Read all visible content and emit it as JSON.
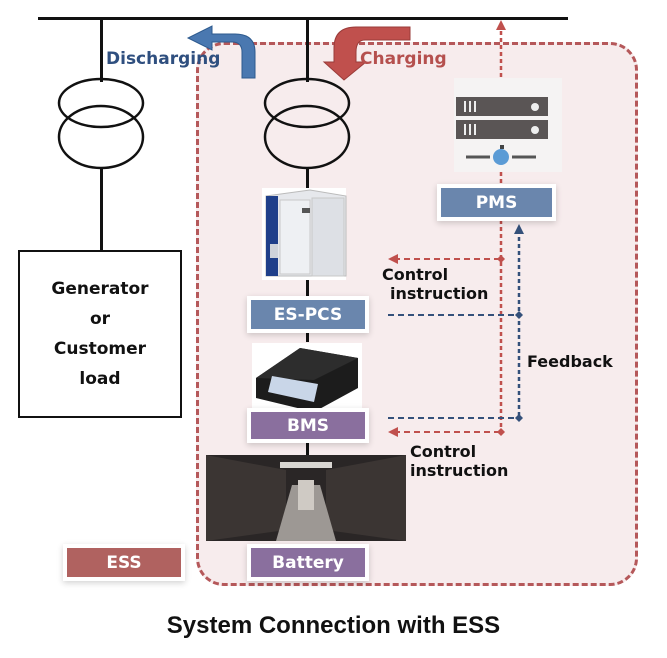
{
  "diagram": {
    "title": "System Connection with ESS",
    "flows": {
      "discharging": "Discharging",
      "charging": "Charging"
    },
    "generator_box": {
      "lines": [
        "Generator",
        "or",
        "Customer",
        "load"
      ]
    },
    "components": {
      "pms": "PMS",
      "es_pcs": "ES-PCS",
      "bms": "BMS",
      "battery": "Battery",
      "ess": "ESS"
    },
    "annotations": {
      "control_instruction_top": [
        "Control",
        "instruction"
      ],
      "feedback": "Feedback",
      "control_instruction_bottom": [
        "Control",
        "instruction"
      ]
    },
    "colors": {
      "discharging_arrow": "#4a78b0",
      "charging_arrow": "#c0504d",
      "control_line": "#c0504d",
      "feedback_line": "#34507a",
      "ess_box": "#b06260",
      "label_blue": "#6a86ad",
      "label_purple": "#8a6f9e"
    }
  }
}
